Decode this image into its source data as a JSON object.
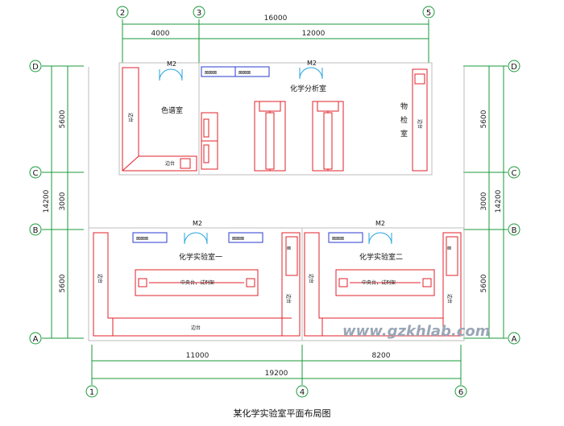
{
  "caption": "某化学实验室平面布局图",
  "watermark": "www.gzkhlab.com",
  "axes": {
    "top": [
      "2",
      "3",
      "5"
    ],
    "bottom": [
      "1",
      "4",
      "6"
    ],
    "left": [
      "D",
      "C",
      "B",
      "A"
    ],
    "right": [
      "D",
      "C",
      "B",
      "A"
    ]
  },
  "dimensions": {
    "top_total": "16000",
    "top_left": "4000",
    "top_right": "12000",
    "bottom_left": "11000",
    "bottom_right": "8200",
    "bottom_total": "19200",
    "side_upper": "5600",
    "side_mid": "3000",
    "side_lower": "5600",
    "side_total": "14200"
  },
  "rooms": {
    "chromatography": "色谱室",
    "analysis": "化学分析室",
    "inspection": [
      "物",
      "检",
      "室"
    ],
    "lab1": "化学实验室一",
    "lab2": "化学实验室二"
  },
  "doors": [
    "M2",
    "M2",
    "M2",
    "M2"
  ],
  "furniture": {
    "wall_bench": "边台",
    "central_bench": "中央台，试剂架"
  }
}
